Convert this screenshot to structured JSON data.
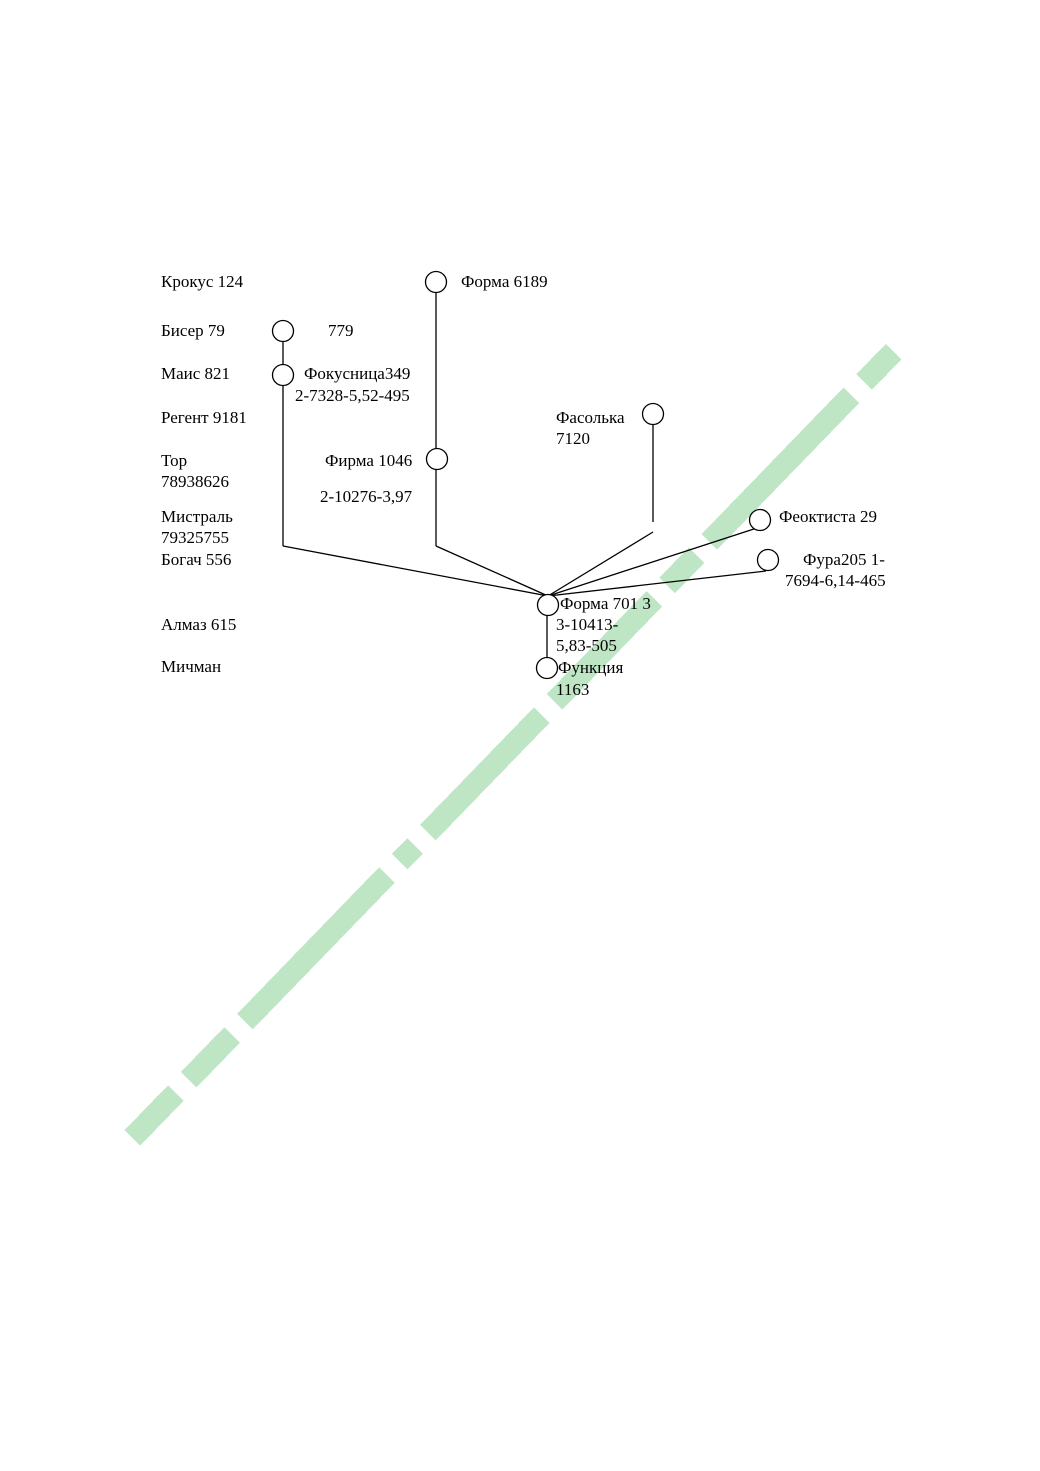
{
  "colors": {
    "watermark": "#bfe6c4",
    "ink": "#000000"
  },
  "left_labels": [
    "Крокус 124",
    "Бисер 79",
    "Маис 821",
    "Регент 9181",
    "Тор",
    "78938626",
    "Мистраль",
    "79325755",
    "Богач 556",
    "Алмаз 615",
    "Мичман"
  ],
  "nodes": {
    "forma_top": "Форма 6189",
    "bisier_value": "779",
    "fokusnitsa_name": "Фокусница349",
    "fokusnitsa_code": "2-7328-5,52-495",
    "firma_name": "Фирма 1046",
    "firma_code": "2-10276-3,97",
    "fasolka_name": "Фасолька",
    "fasolka_value": "7120",
    "feoktista": "Феоктиста 29",
    "fura_name": "Фура205 1-",
    "fura_code": "7694-6,14-465",
    "forma_center_1": "Форма 701 3",
    "forma_center_2": "3-10413-",
    "forma_center_3": "5,83-505",
    "funktsiya_name": "Функция",
    "funktsiya_value": "1163"
  }
}
